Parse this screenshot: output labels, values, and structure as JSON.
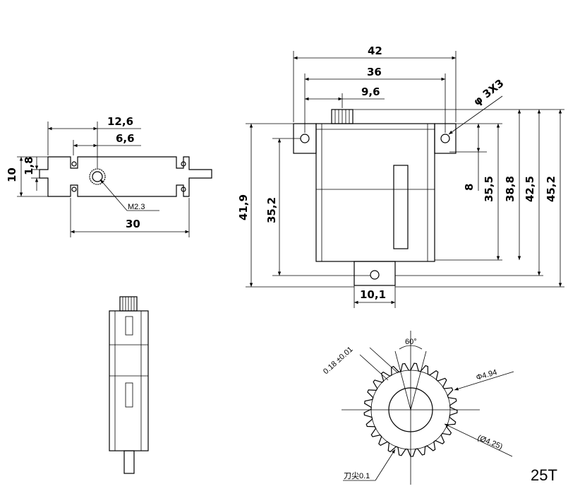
{
  "side_view": {
    "dim_12_6": "12,6",
    "dim_6_6": "6,6",
    "dim_10": "10",
    "dim_1_8": "1,8",
    "dim_30": "30",
    "screw_label": "M2.3"
  },
  "front_view": {
    "dim_42": "42",
    "dim_36": "36",
    "dim_9_6": "9,6",
    "hole_label": "φ 3X3",
    "dim_41_9": "41,9",
    "dim_35_2": "35,2",
    "dim_8": "8",
    "dim_35_5": "35,5",
    "dim_38_8": "38,8",
    "dim_42_5": "42,5",
    "dim_45_2": "45,2",
    "dim_10_1": "10,1"
  },
  "gear_detail": {
    "tolerance_label": "0.18 ±0.01",
    "angle_label": "60°",
    "outer_dia_label": "Φ4.94",
    "inner_dia_label": "(Ø4.25)",
    "tip_label": "刀尖0.1",
    "teeth_label": "25T",
    "teeth_count": 25
  }
}
